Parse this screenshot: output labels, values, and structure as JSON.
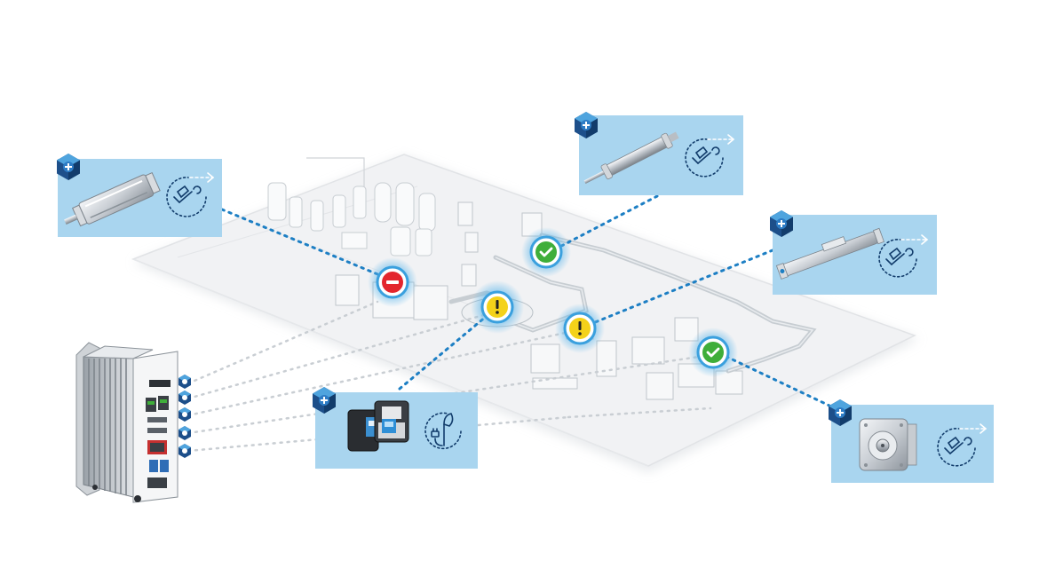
{
  "scene": {
    "colors": {
      "background": "#ffffff",
      "floor": "#f1f2f4",
      "floor_edge": "#e1e3e6",
      "card_fill": "#a9d5ef",
      "accent_blue": "#1d7fc4",
      "dark_navy": "#123c6b",
      "status_error": "#e3262e",
      "status_warning": "#f4d21a",
      "status_ok": "#3fae3a"
    },
    "product_cards": [
      {
        "name": "profile-cylinder-card",
        "product": "profile-cylinder",
        "service_icon": "maintenance-wrench-icon"
      },
      {
        "name": "round-cylinder-card",
        "product": "round-cylinder",
        "service_icon": "maintenance-wrench-icon"
      },
      {
        "name": "linear-axis-card",
        "product": "electric-linear-axis",
        "service_icon": "maintenance-wrench-icon"
      },
      {
        "name": "compact-cylinder-card",
        "product": "compact-cylinder",
        "service_icon": "maintenance-wrench-icon"
      },
      {
        "name": "flow-sensor-card",
        "product": "air-flow-sensor",
        "service_icon": "energy-efficiency-icon"
      }
    ],
    "status_markers": [
      {
        "name": "status-error-marker",
        "state": "error",
        "icon": "minus-icon"
      },
      {
        "name": "status-ok-marker-1",
        "state": "ok",
        "icon": "check-icon"
      },
      {
        "name": "status-warning-marker-1",
        "state": "warning",
        "icon": "exclamation-icon"
      },
      {
        "name": "status-warning-marker-2",
        "state": "warning",
        "icon": "exclamation-icon"
      },
      {
        "name": "status-ok-marker-2",
        "state": "ok",
        "icon": "check-icon"
      }
    ],
    "edge_device": {
      "name": "edge-controller",
      "ports": 5,
      "icon": "plus-hexagon-icon"
    }
  }
}
